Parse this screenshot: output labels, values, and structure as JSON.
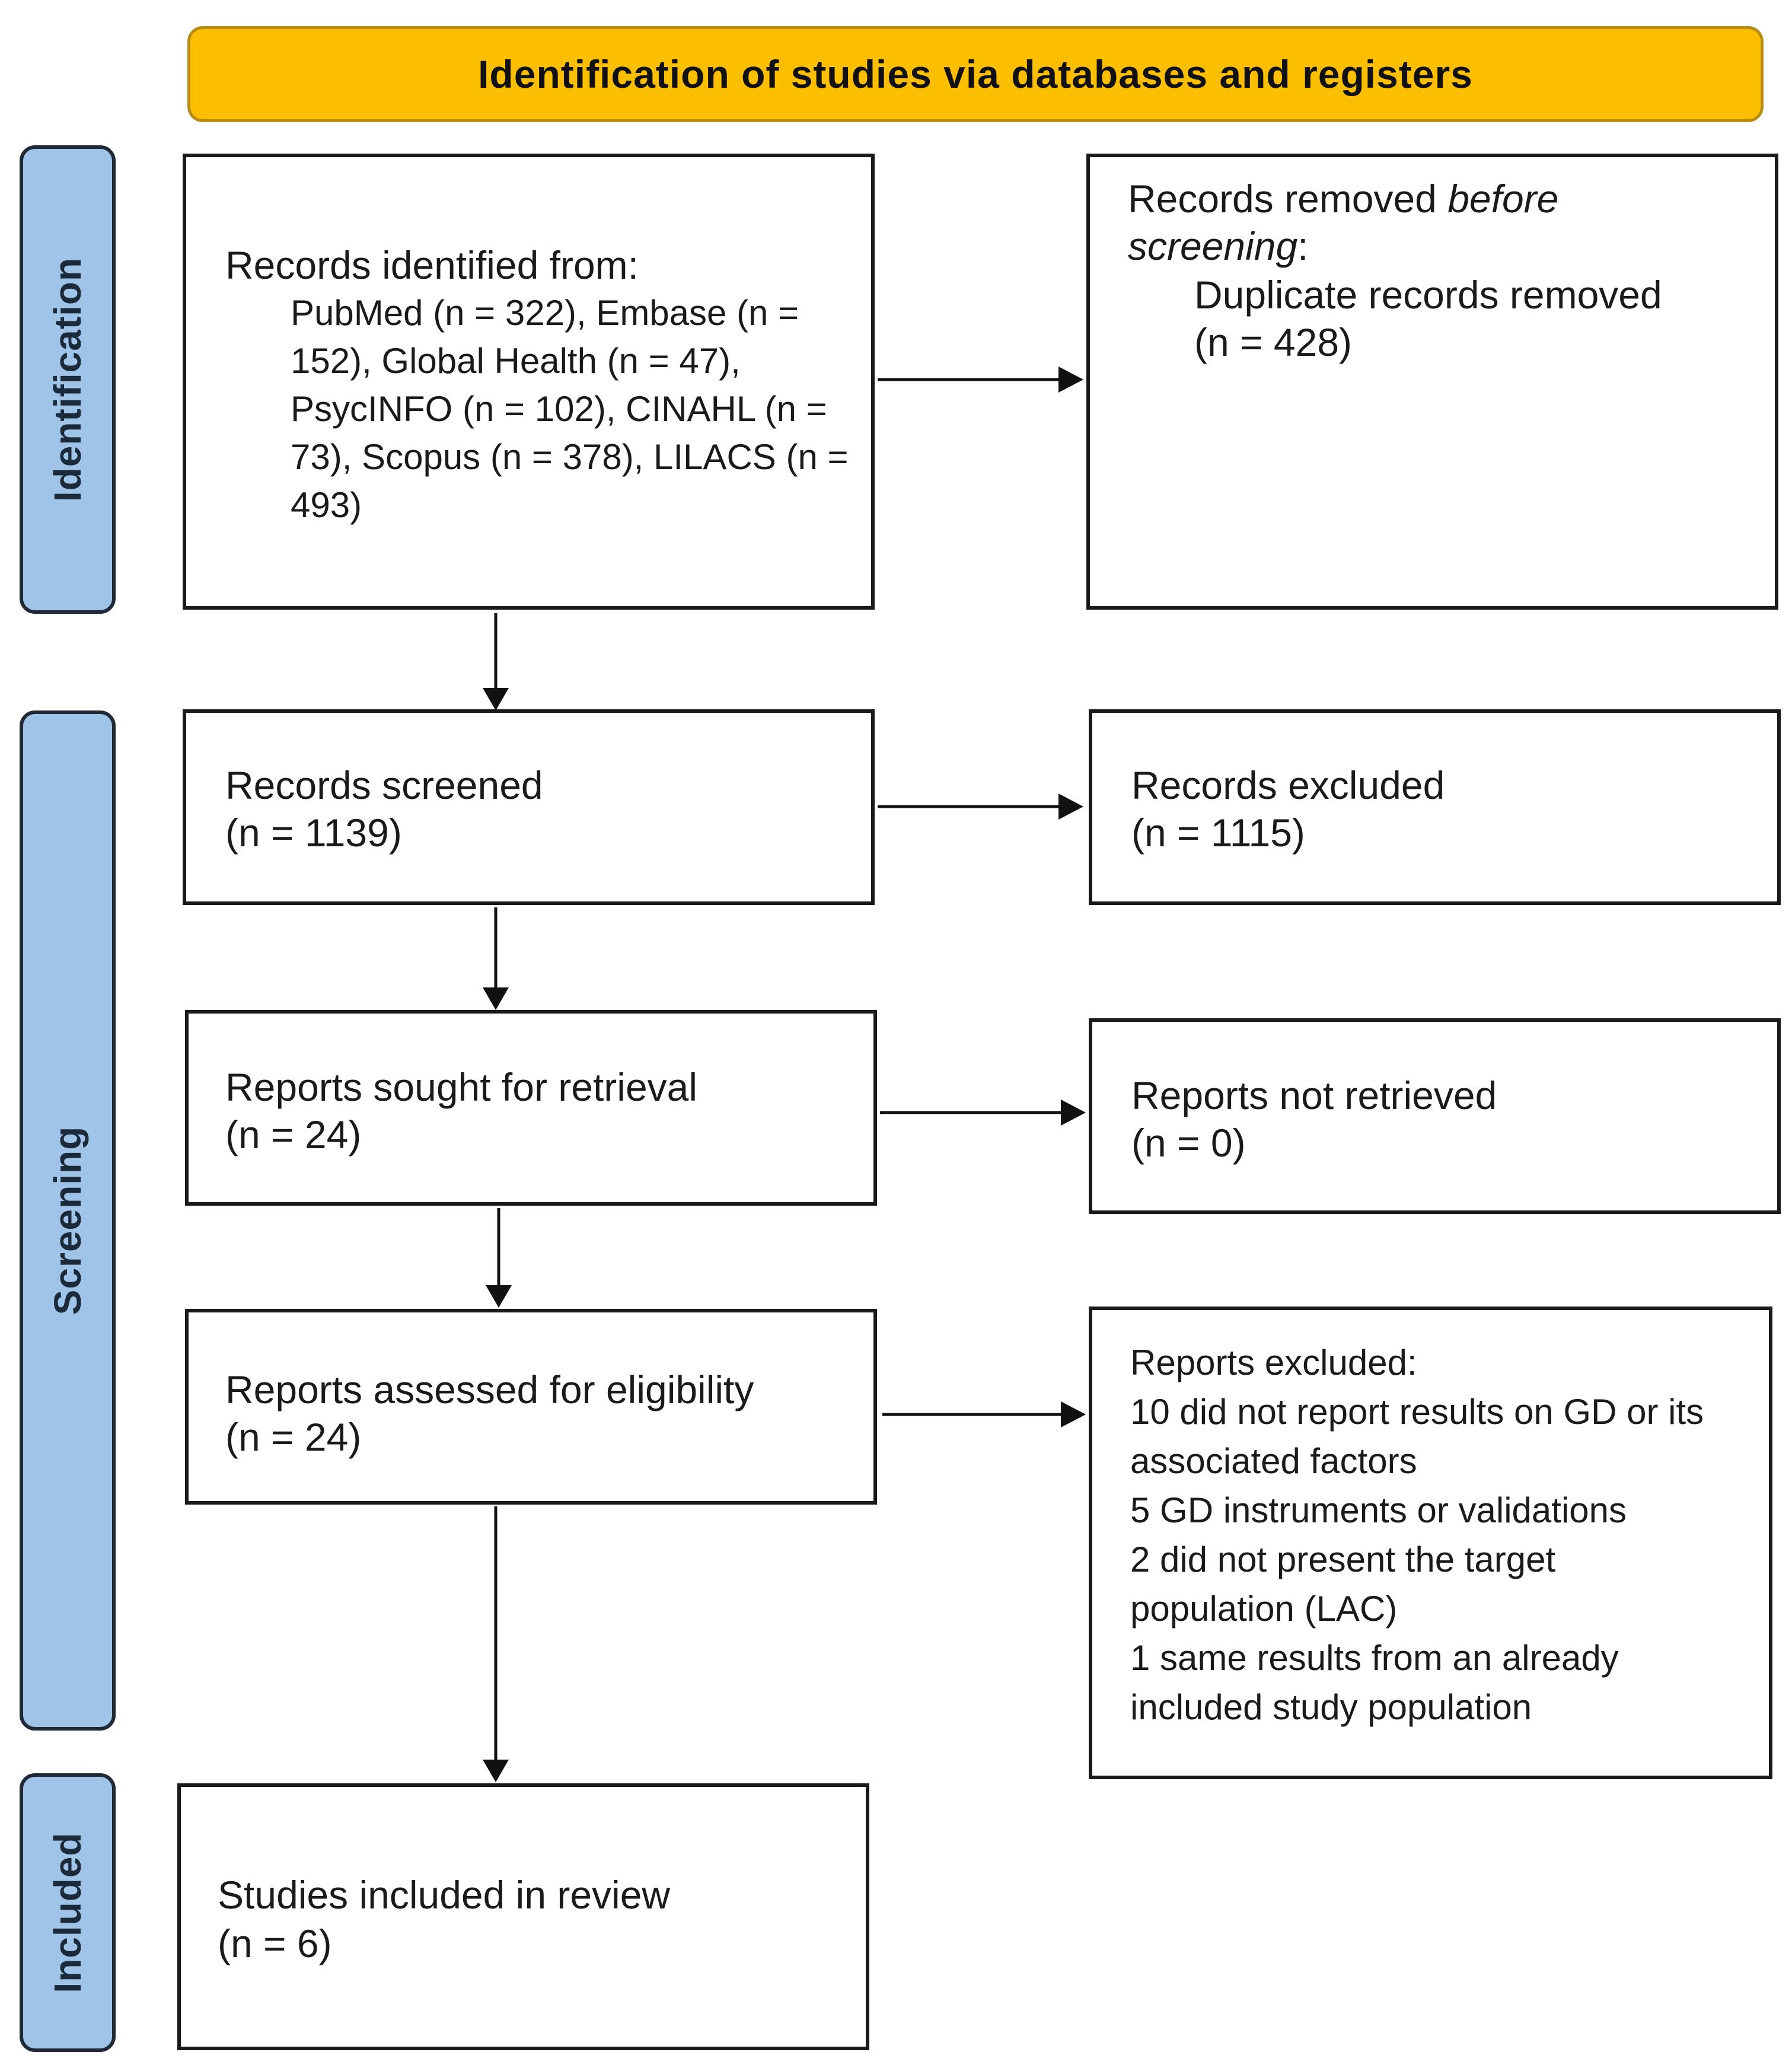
{
  "header": {
    "title": "Identification of studies via databases and registers"
  },
  "phases": {
    "identification": "Identification",
    "screening": "Screening",
    "included": "Included"
  },
  "identified": {
    "heading": "Records identified from:",
    "lines": [
      "PubMed (n = 322), Embase (n =",
      "152), Global Health (n = 47),",
      "PsycINFO (n = 102), CINAHL (n =",
      "73), Scopus (n = 378), LILACS (n =",
      "493)"
    ]
  },
  "removed": {
    "line1_prefix": "Records removed ",
    "line1_italic": "before",
    "line2_italic": "screening",
    "line2_suffix": ":",
    "detail_line1": "Duplicate records removed",
    "detail_line2": "(n = 428)"
  },
  "screened": {
    "label": "Records screened",
    "count": "(n = 1139)"
  },
  "excluded": {
    "label": "Records excluded",
    "count": "(n = 1115)"
  },
  "sought": {
    "label": "Reports sought for retrieval",
    "count": "(n = 24)"
  },
  "not_retrieved": {
    "label": "Reports not retrieved",
    "count": "(n = 0)"
  },
  "assessed": {
    "label": "Reports assessed for eligibility",
    "count": "(n = 24)"
  },
  "reports_excluded": {
    "lines": [
      "Reports excluded:",
      "10 did not report results on GD or its",
      "associated factors",
      "5 GD instruments or validations",
      "2 did not present the target",
      "population (LAC)",
      "1 same results from an already",
      "included study population"
    ]
  },
  "included_studies": {
    "label": "Studies included in review",
    "count": "(n = 6)"
  }
}
